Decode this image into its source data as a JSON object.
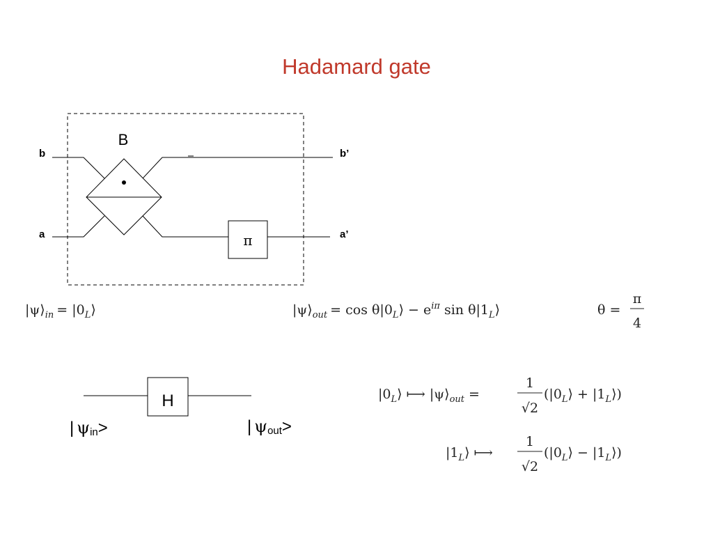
{
  "title": "Hadamard gate",
  "top_diagram": {
    "splitter_label": "B",
    "input_b": "b",
    "input_a": "a",
    "output_b": "b’",
    "output_a": "a’",
    "phase_label": "π"
  },
  "equations": {
    "psi_in": {
      "ket": "|ψ⟩",
      "sub": "in",
      "rhs": "= |0",
      "rhs_sub": "L",
      "rhs_close": "⟩"
    },
    "psi_out": {
      "ket": "|ψ⟩",
      "sub": "out",
      "rhs1": "= cos θ|0",
      "rhs1_sub": "L",
      "rhs1_close": "⟩ − e",
      "exp": "iπ",
      "rhs2": " sin θ|1",
      "rhs2_sub": "L",
      "rhs2_close": "⟩"
    },
    "theta": {
      "lhs": "θ =",
      "num": "π",
      "den": "4"
    }
  },
  "bottom_diagram": {
    "gate_label": "H",
    "in_bar": "|",
    "in_psi": "ψ",
    "in_sub": "in",
    "in_close": ">",
    "out_bar": "|",
    "out_psi": "ψ",
    "out_sub": "out",
    "out_close": ">"
  },
  "mappings": {
    "map0": {
      "lhs": "|0",
      "lhs_sub": "L",
      "lhs_close": "⟩ ⟼ |ψ⟩",
      "mid_sub": "out",
      "eq": "=",
      "num": "1",
      "den": "√2",
      "rhs": "(|0",
      "rhs_sub1": "L",
      "rhs_mid": "⟩ + |1",
      "rhs_sub2": "L",
      "rhs_close": "⟩)"
    },
    "map1": {
      "lhs": "|1",
      "lhs_sub": "L",
      "lhs_close": "⟩ ⟼",
      "num": "1",
      "den": "√2",
      "rhs": "(|0",
      "rhs_sub1": "L",
      "rhs_mid": "⟩ − |1",
      "rhs_sub2": "L",
      "rhs_close": "⟩)"
    }
  }
}
